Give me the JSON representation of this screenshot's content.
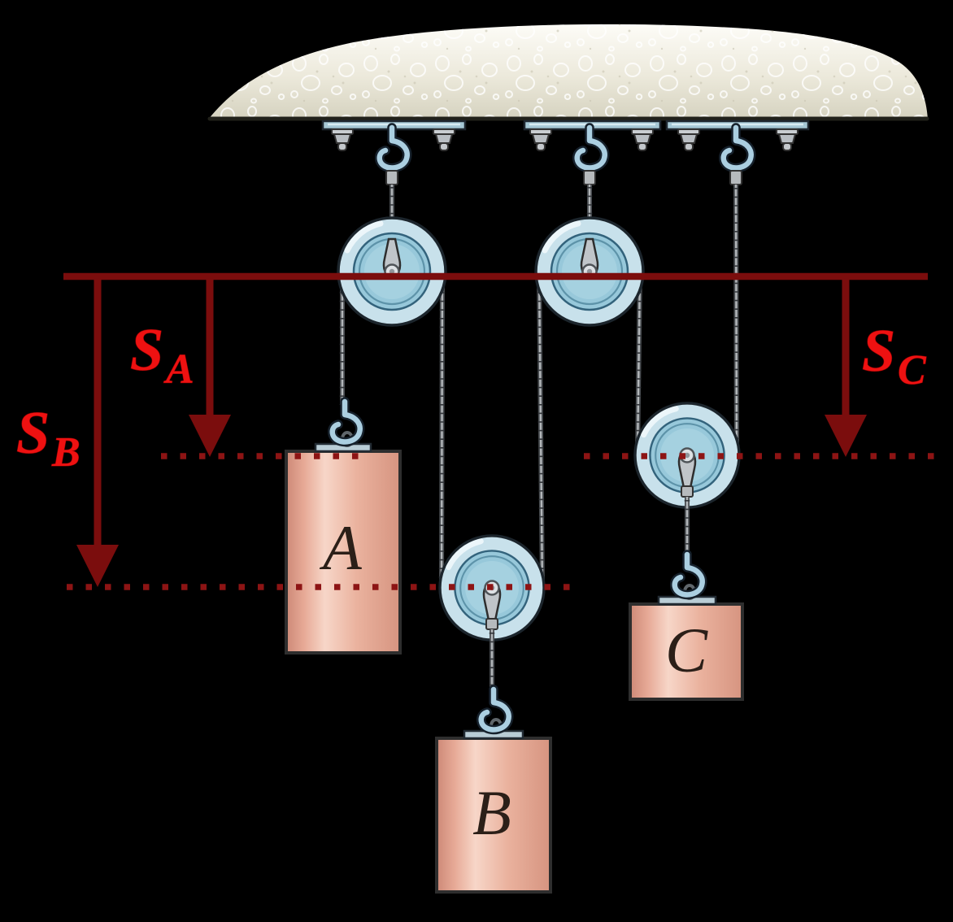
{
  "figure": "pulley-system-kinematics-diagram",
  "coordinate_labels": {
    "sA": {
      "base": "S",
      "sub": "A"
    },
    "sB": {
      "base": "S",
      "sub": "B"
    },
    "sC": {
      "base": "S",
      "sub": "C"
    }
  },
  "blocks": {
    "A": {
      "label": "A"
    },
    "B": {
      "label": "B"
    },
    "C": {
      "label": "C"
    }
  },
  "colors": {
    "background": "#000000",
    "datum_and_arrows": "#7b0d0d",
    "dotted_lines": "#8d1414",
    "coordinate_label_red": "#ee1111",
    "pulley_rim_blue": "#c8e1eb",
    "pulley_disc_blue": "#97c8da",
    "hook_blue": "#abcfe1",
    "block_salmon": "#eab29e",
    "ceiling_beige": "#e7e4d4",
    "metal_gray": "#c0c5c9",
    "block_letter_color": "#2b1f18"
  }
}
